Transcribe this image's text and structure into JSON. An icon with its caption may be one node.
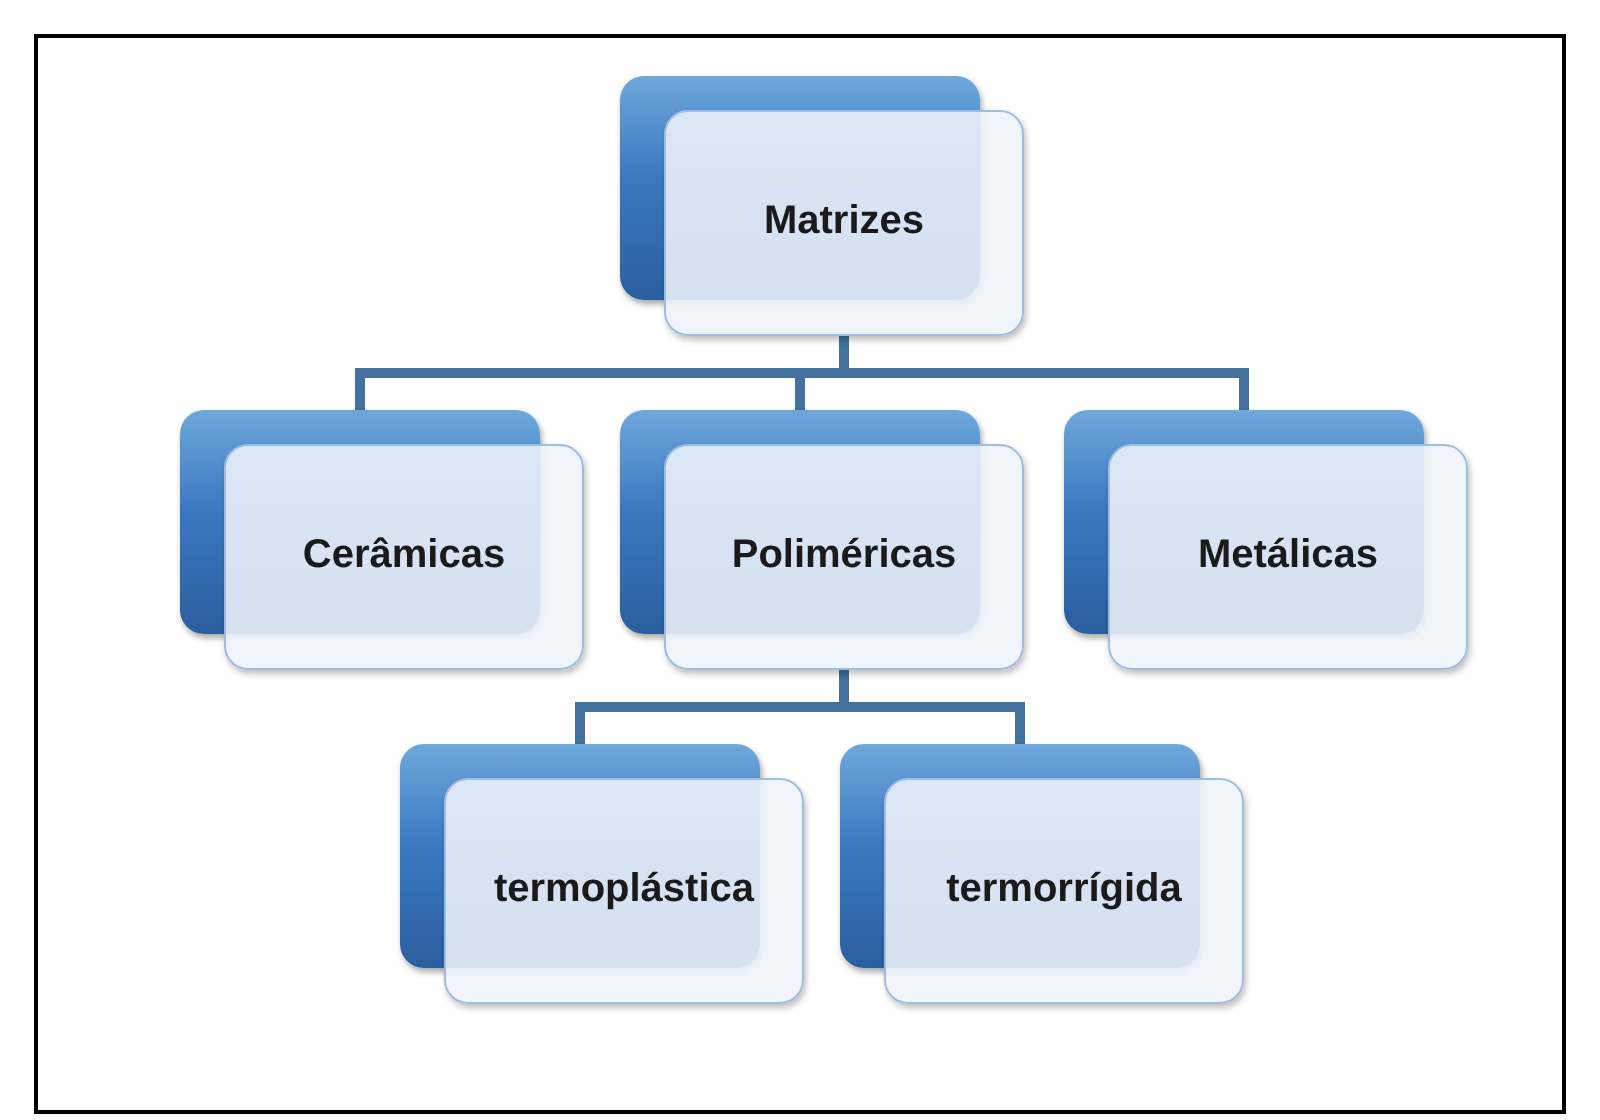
{
  "diagram": {
    "nodes": [
      {
        "text": [
          "Matrizes"
        ]
      },
      {
        "text": [
          "Cerâmicas"
        ]
      },
      {
        "text": [
          "Poliméricas"
        ]
      },
      {
        "text": [
          "Metálicas"
        ]
      },
      {
        "text": [
          "termoplástica"
        ]
      },
      {
        "text": [
          "termorrígida"
        ]
      }
    ],
    "edges": [
      {
        "from": 0,
        "to": 1,
        "arrow": "none"
      },
      {
        "from": 0,
        "to": 2,
        "arrow": "none"
      },
      {
        "from": 0,
        "to": 3,
        "arrow": "none"
      },
      {
        "from": 2,
        "to": 4,
        "arrow": "none"
      },
      {
        "from": 2,
        "to": 5,
        "arrow": "none"
      }
    ]
  }
}
